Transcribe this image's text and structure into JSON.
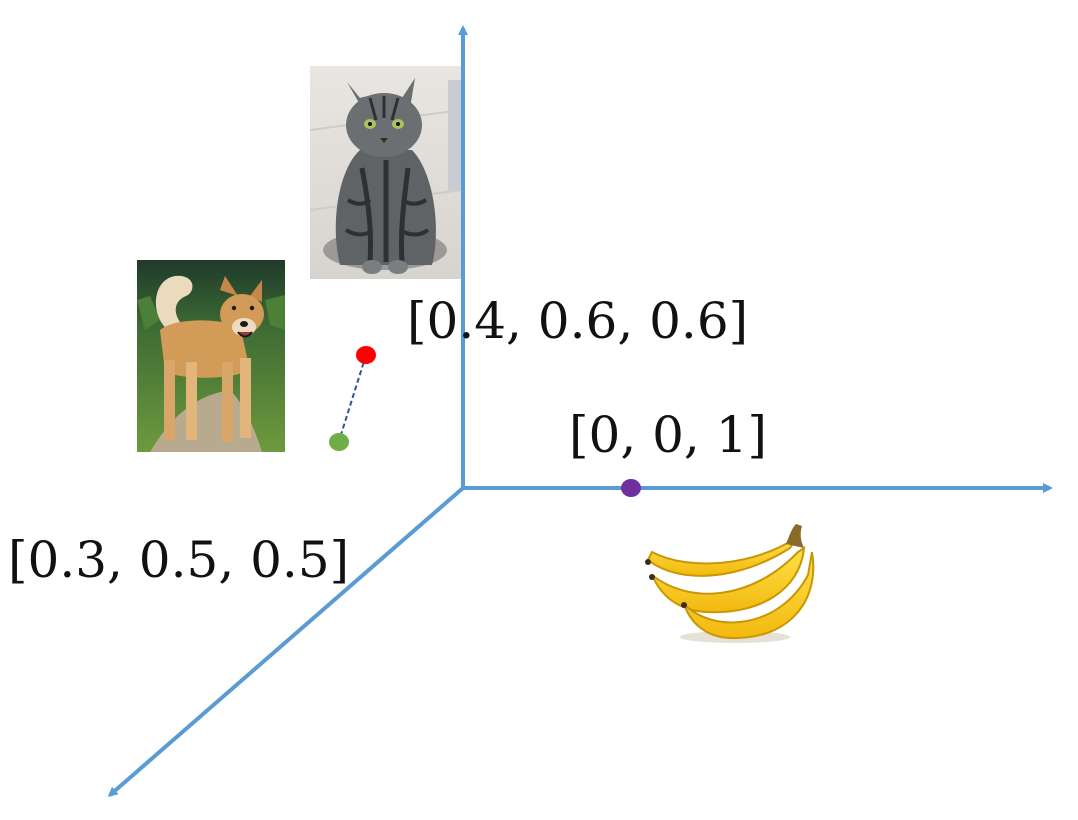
{
  "diagram": {
    "axes": {
      "color": "#5b9bd5",
      "names": [
        "vertical-axis",
        "horizontal-axis",
        "depth-axis"
      ]
    },
    "points": [
      {
        "name": "cat-point",
        "color": "#ff0000",
        "vector": [
          0.4,
          0.6,
          0.6
        ]
      },
      {
        "name": "dog-point",
        "color": "#70ad47",
        "vector": [
          0.3,
          0.5,
          0.5
        ]
      },
      {
        "name": "banana-point",
        "color": "#7030a0",
        "vector": [
          0,
          0,
          1
        ]
      }
    ],
    "labels": {
      "cat": "[0.4, 0.6, 0.6]",
      "banana": "[0, 0, 1]",
      "dog": "[0.3, 0.5, 0.5]"
    },
    "connector": {
      "color": "#2f5597",
      "style": "dashed"
    },
    "images": [
      {
        "name": "cat-image",
        "depicts": "gray tabby cat sitting"
      },
      {
        "name": "dog-image",
        "depicts": "tan shiba dog standing on grass"
      },
      {
        "name": "banana-image",
        "depicts": "bunch of yellow bananas"
      }
    ]
  }
}
